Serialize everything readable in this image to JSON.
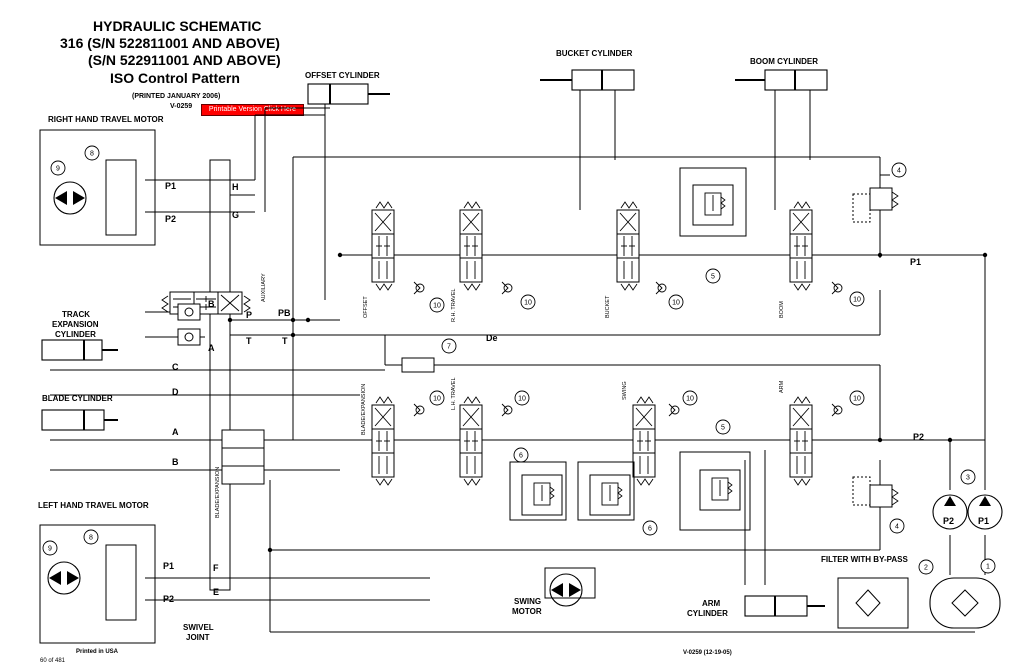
{
  "header": {
    "title": "HYDRAULIC SCHEMATIC",
    "line2": "316 (S/N 522811001 AND ABOVE)",
    "line3": "(S/N 522911001 AND ABOVE)",
    "line4": "ISO Control Pattern",
    "printed": "(PRINTED JANUARY 2006)",
    "doc_code": "V-0259",
    "printable_link": "Printable Version Click Here"
  },
  "components": {
    "right_travel_motor": "RIGHT HAND TRAVEL MOTOR",
    "left_travel_motor": "LEFT HAND TRAVEL MOTOR",
    "offset_cylinder": "OFFSET CYLINDER",
    "bucket_cylinder": "BUCKET CYLINDER",
    "boom_cylinder": "BOOM CYLINDER",
    "track_expansion_1": "TRACK",
    "track_expansion_2": "EXPANSION",
    "track_expansion_3": "CYLINDER",
    "blade_cylinder": "BLADE CYLINDER",
    "swing_motor_1": "SWING",
    "swing_motor_2": "MOTOR",
    "arm_cylinder_1": "ARM",
    "arm_cylinder_2": "CYLINDER",
    "filter": "FILTER WITH BY-PASS",
    "swivel_1": "SWIVEL",
    "swivel_2": "JOINT"
  },
  "valve_labels": {
    "auxiliary": "AUXILIARY",
    "offset": "OFFSET",
    "rh_travel": "R.H. TRAVEL",
    "bucket": "BUCKET",
    "boom": "BOOM",
    "blade_expansion_1": "BLADE/EXPANSION",
    "blade_expansion_2": "BLADE/EXPANSION",
    "lh_travel": "L.H. TRAVEL",
    "swing": "SWING",
    "arm": "ARM"
  },
  "port_labels": {
    "H": "H",
    "G": "G",
    "B": "B",
    "A": "A",
    "P": "P",
    "T": "T",
    "PB": "PB",
    "T2": "T",
    "C": "C",
    "D": "D",
    "A2": "A",
    "B2": "B",
    "F": "F",
    "E": "E",
    "De": "De",
    "P1_right": "P1",
    "P2_right": "P2",
    "P1_left": "P1",
    "P2_left": "P2",
    "P1_line": "P1",
    "P2_line": "P2",
    "pump_p2": "P2",
    "pump_p1": "P1"
  },
  "callouts": {
    "c8a": "8",
    "c9a": "9",
    "c8b": "8",
    "c9b": "9",
    "c10": "10",
    "c4": "4",
    "c5": "5",
    "c6": "6",
    "c7": "7",
    "c3": "3",
    "c2": "2",
    "c1": "1"
  },
  "footer": {
    "printed_in": "Printed in USA",
    "page": "60 of 481",
    "code": "V-0259 (12-19-05)"
  }
}
